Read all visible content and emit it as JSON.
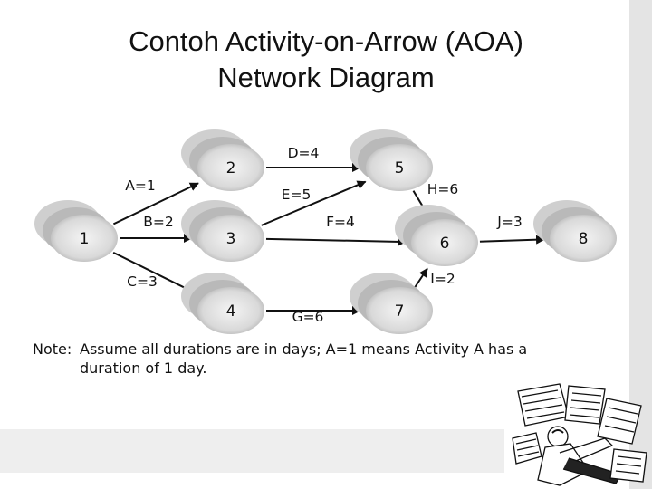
{
  "slide": {
    "title_line1": "Contoh Activity-on-Arrow (AOA)",
    "title_line2": "Network Diagram"
  },
  "diagram": {
    "nodes": [
      {
        "id": "1",
        "label": "1"
      },
      {
        "id": "2",
        "label": "2"
      },
      {
        "id": "3",
        "label": "3"
      },
      {
        "id": "4",
        "label": "4"
      },
      {
        "id": "5",
        "label": "5"
      },
      {
        "id": "6",
        "label": "6"
      },
      {
        "id": "7",
        "label": "7"
      },
      {
        "id": "8",
        "label": "8"
      }
    ],
    "edges": [
      {
        "from": "1",
        "to": "2",
        "label": "A=1"
      },
      {
        "from": "1",
        "to": "3",
        "label": "B=2"
      },
      {
        "from": "1",
        "to": "4",
        "label": "C=3"
      },
      {
        "from": "2",
        "to": "5",
        "label": "D=4"
      },
      {
        "from": "3",
        "to": "5",
        "label": "E=5"
      },
      {
        "from": "3",
        "to": "6",
        "label": "F=4"
      },
      {
        "from": "4",
        "to": "7",
        "label": "G=6"
      },
      {
        "from": "5",
        "to": "6",
        "label": "H=6"
      },
      {
        "from": "7",
        "to": "6",
        "label": "I=2"
      },
      {
        "from": "6",
        "to": "8",
        "label": "J=3"
      }
    ]
  },
  "note": {
    "key": "Note:",
    "line1": "Assume all durations are in days;  A=1 means Activity A has a",
    "line2": "duration of 1 day."
  },
  "decoration": {
    "clipart_icon": "office-worker-clipart-icon"
  }
}
